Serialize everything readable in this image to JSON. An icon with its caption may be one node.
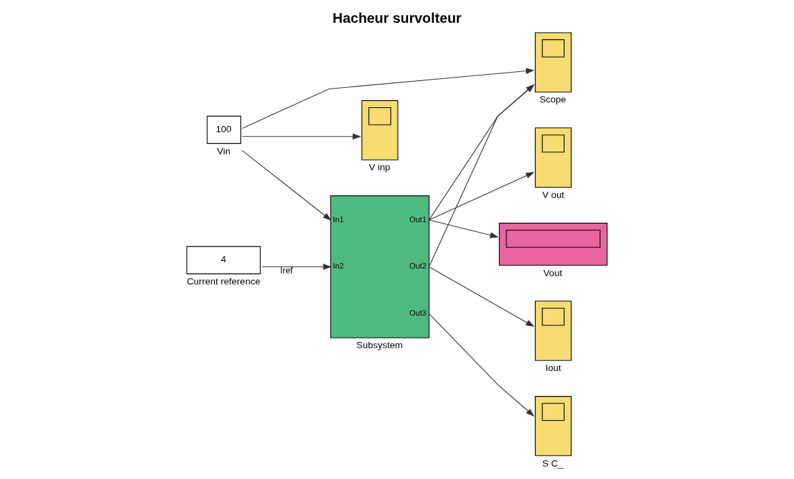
{
  "diagram": {
    "title": "Hacheur survolteur",
    "nodes": [
      {
        "text": [
          "100"
        ],
        "beside": [
          "Vin"
        ]
      },
      {
        "text": [
          "4"
        ],
        "beside": [
          "Current reference"
        ]
      },
      {
        "text": [
          "In1",
          "In2",
          "Out1",
          "Out2",
          "Out3"
        ],
        "beside": [
          "Subsystem"
        ]
      },
      {
        "text": [],
        "shape": "box",
        "beside": [
          "Vout"
        ]
      },
      {
        "text": [],
        "shape": "box",
        "beside": [
          "Iout"
        ]
      },
      {
        "text": [],
        "shape": "box",
        "beside": [
          "Scope"
        ]
      },
      {
        "text": [],
        "shape": "box",
        "beside": [
          "V inp"
        ]
      },
      {
        "text": [],
        "shape": "box",
        "beside": [
          "V out"
        ]
      },
      {
        "text": [],
        "shape": "box",
        "beside": [
          "S C_"
        ]
      }
    ],
    "edges": [
      {
        "from": 0,
        "to": 2,
        "arrow": "to"
      },
      {
        "from": 0,
        "to": 5,
        "arrow": "to"
      },
      {
        "from": 0,
        "to": 6,
        "arrow": "to"
      },
      {
        "from": 1,
        "to": 2,
        "arrow": "to",
        "label": "Iref"
      },
      {
        "from": 2,
        "to": 3,
        "arrow": "to"
      },
      {
        "from": 2,
        "to": 5,
        "arrow": "to"
      },
      {
        "from": 2,
        "to": 7,
        "arrow": "to"
      },
      {
        "from": 2,
        "to": 4,
        "arrow": "to"
      },
      {
        "from": 2,
        "to": 5,
        "arrow": "to"
      },
      {
        "from": 2,
        "to": 8,
        "arrow": "to"
      }
    ]
  }
}
